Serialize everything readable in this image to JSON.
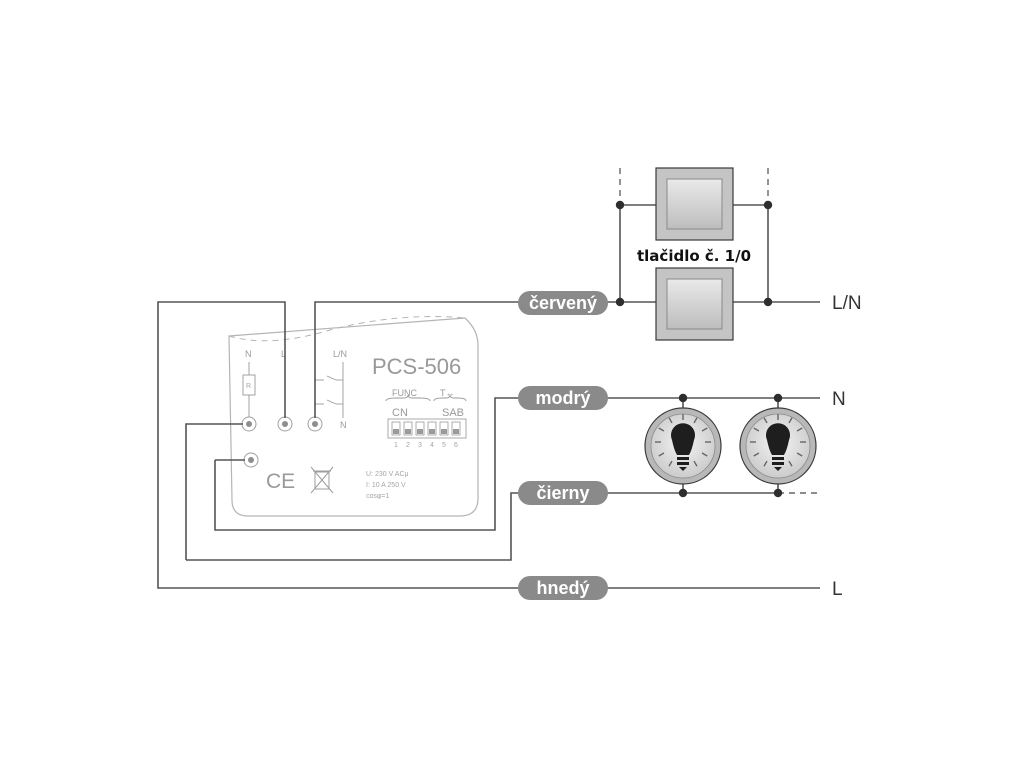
{
  "device": {
    "model": "PCS-506",
    "terminals": {
      "n": "N",
      "l": "L",
      "ln": "L/N",
      "n2": "N"
    },
    "resistor": "R",
    "func_label": "FUNC",
    "t_label": "T↔",
    "cn_label": "CN",
    "sab_label": "SAB",
    "dip_numbers": [
      "1",
      "2",
      "3",
      "4",
      "5",
      "6"
    ],
    "ce_mark": "CE",
    "specs": [
      "U: 230 V ACμ",
      "I: 10 A 250 V",
      "cosφ=1"
    ]
  },
  "wires": {
    "red": "červený",
    "blue": "modrý",
    "black": "čierny",
    "brown": "hnedý"
  },
  "line_labels": {
    "ln": "L/N",
    "n": "N",
    "l": "L"
  },
  "button_label": "tlačidlo č. 1/0",
  "colors": {
    "wire": "#555555",
    "pill": "#8a8a8a",
    "device_outline": "#b0b0b0"
  },
  "icons": [
    "switch-button-icon",
    "light-bulb-icon"
  ]
}
